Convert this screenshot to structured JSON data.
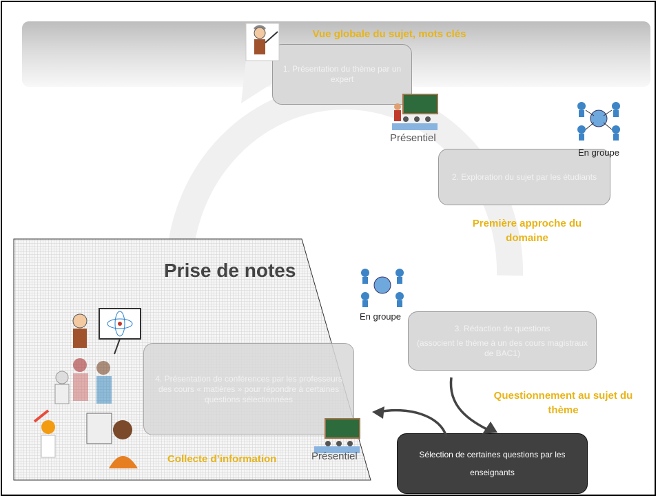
{
  "banner": {
    "title": "Vue globale du sujet, mots clés"
  },
  "steps": [
    {
      "id": 1,
      "text": "1. Présentation du thème par un expert"
    },
    {
      "id": 2,
      "text": "2. Exploration du sujet par les étudiants"
    },
    {
      "id": 3,
      "line1": "3. Rédaction de questions",
      "line2": "(associent le thème à un des cours magistraux de BAC1)"
    },
    {
      "id": 4,
      "text": "4. Présentation de conférences par les professeurs des cours « matières » pour répondre à certaines questions sélectionnées"
    }
  ],
  "stages": {
    "first": "Première approche du domaine",
    "questioning": "Questionnement au sujet du thème",
    "collect": "Collecte d’information"
  },
  "note_panel": {
    "title": "Prise de notes"
  },
  "selection_box": {
    "text": "Sélection de certaines questions par les enseignants"
  },
  "labels": {
    "presentiel_top": "Présentiel",
    "presentiel_bottom": "Présentiel",
    "group_top": "En groupe",
    "group_mid": "En groupe"
  },
  "icons": [
    "professor-pointer-icon",
    "classroom-icon",
    "network-group-icon",
    "scientist-icon",
    "meeting-icon"
  ],
  "colors": {
    "stage_title": "#e7b418",
    "box_fill": "#d9d9d9",
    "dark_box": "#404040",
    "banner": "#cfcfcf"
  }
}
